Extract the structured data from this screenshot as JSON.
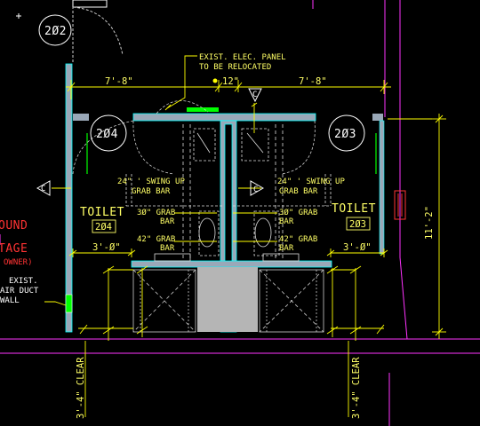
{
  "rooms": {
    "r202": "2Ø2",
    "r204": "2Ø4",
    "r203": "2Ø3"
  },
  "notes": {
    "panel_line1": "EXIST. ELEC. PANEL",
    "panel_line2": "TO BE RELOCATED",
    "dim_left": "7'-8\"",
    "dim_mid": "12\"",
    "dim_right": "7'-8\"",
    "dim_height": "11'-2\"",
    "grab_left_1": "24\" ' SWING UP",
    "grab_left_2": "GRAB BAR",
    "grab_right_1": "24\" ' SWING UP",
    "grab_right_2": "GRAB BAR",
    "toilet_left": "TOILET",
    "toilet_right": "TOILET",
    "tag_left": "2Ø4",
    "tag_right": "2Ø3",
    "width_left": "3'-Ø\"",
    "width_right": "3'-Ø\"",
    "g30_left_1": "3Ø\" GRAB",
    "g30_left_2": "BAR",
    "g42_left_1": "42\" GRAB",
    "g42_left_2": "BAR",
    "g30_right_1": "3Ø\" GRAB",
    "g30_right_2": "BAR",
    "g42_right_1": "42\" GRAB",
    "g42_right_2": "BAR",
    "clear_left": "3'-4\" CLEAR",
    "clear_right": "3'-4\" CLEAR",
    "door_c": "C"
  },
  "left_fragment": {
    "l1": "OUND",
    "l2": "TAGE",
    "l3": "OWNER)",
    "l4": "EXIST.",
    "l5": "AIR DUCT",
    "l6": "WALL"
  }
}
